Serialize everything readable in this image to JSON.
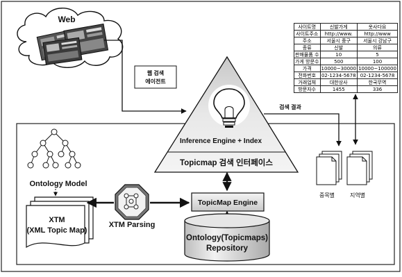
{
  "labels": {
    "web": "Web",
    "agent_line1": "웹 검색",
    "agent_line2": "에이전트",
    "search_result": "검색 결과",
    "inference": "Inference Engine + Index",
    "topicmap_ui": "Topicmap 검색 인터페이스",
    "ontology_model": "Ontology Model",
    "xtm_line1": "XTM",
    "xtm_line2": "(XML Topic Map)",
    "xtm_parsing": "XTM Parsing",
    "engine": "TopicMap Engine",
    "repo_line1": "Ontology(Topicmaps)",
    "repo_line2": "Repository",
    "doc1": "중목별",
    "doc2": "지역별"
  },
  "table": {
    "rows": [
      [
        "사이트명",
        "신발가게",
        "옷사다요"
      ],
      [
        "사이트주소",
        "http://www.",
        "http://www"
      ],
      [
        "주소",
        "서울시 중구",
        "서울시 강남구"
      ],
      [
        "종류",
        "신발",
        "의류"
      ],
      [
        "판매물품 수",
        "10",
        "5"
      ],
      [
        "가게 방문수",
        "500",
        "100"
      ],
      [
        "가격",
        "10000~30000",
        "10000~100000"
      ],
      [
        "전화번호",
        "02-1234-5678",
        "02-1234-5678"
      ],
      [
        "거래업체",
        "대한상사",
        "한국무역"
      ],
      [
        "방문자수",
        "1455",
        "336"
      ]
    ]
  }
}
